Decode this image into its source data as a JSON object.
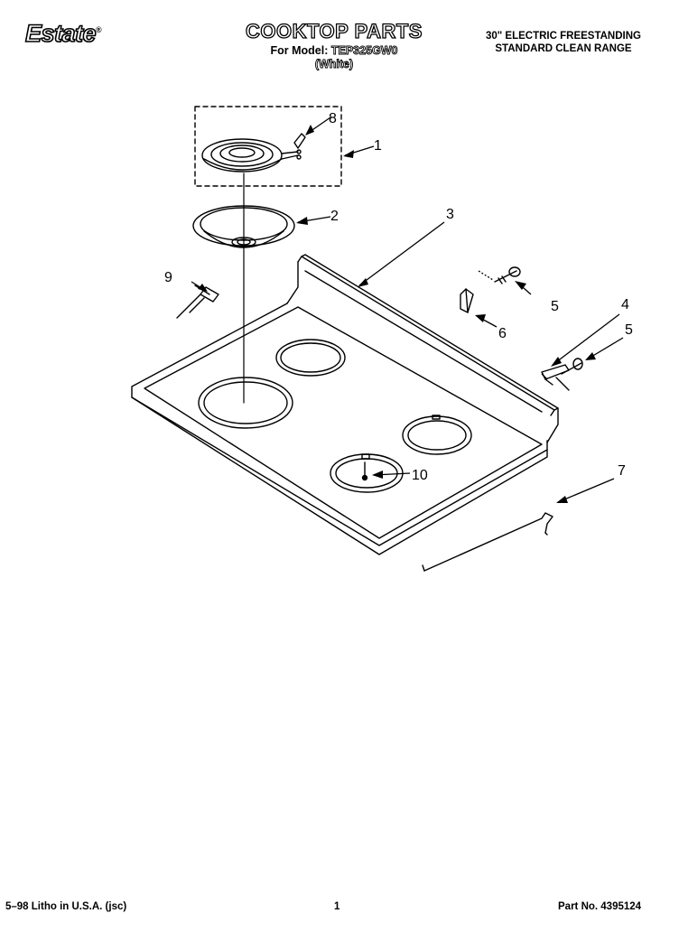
{
  "header": {
    "brand": "Estate",
    "brand_mark": "®",
    "title": "COOKTOP PARTS",
    "model_label": "For Model:",
    "model_number": "TEP325GW0",
    "model_color": "(White)",
    "range_line1": "30\" ELECTRIC FREESTANDING",
    "range_line2": "STANDARD CLEAN RANGE"
  },
  "callouts": [
    "1",
    "2",
    "3",
    "4",
    "5",
    "5",
    "6",
    "7",
    "8",
    "9",
    "10"
  ],
  "footer": {
    "litho": "5–98 Litho in U.S.A. (jsc)",
    "page": "1",
    "part_no": "Part No. 4395124"
  }
}
